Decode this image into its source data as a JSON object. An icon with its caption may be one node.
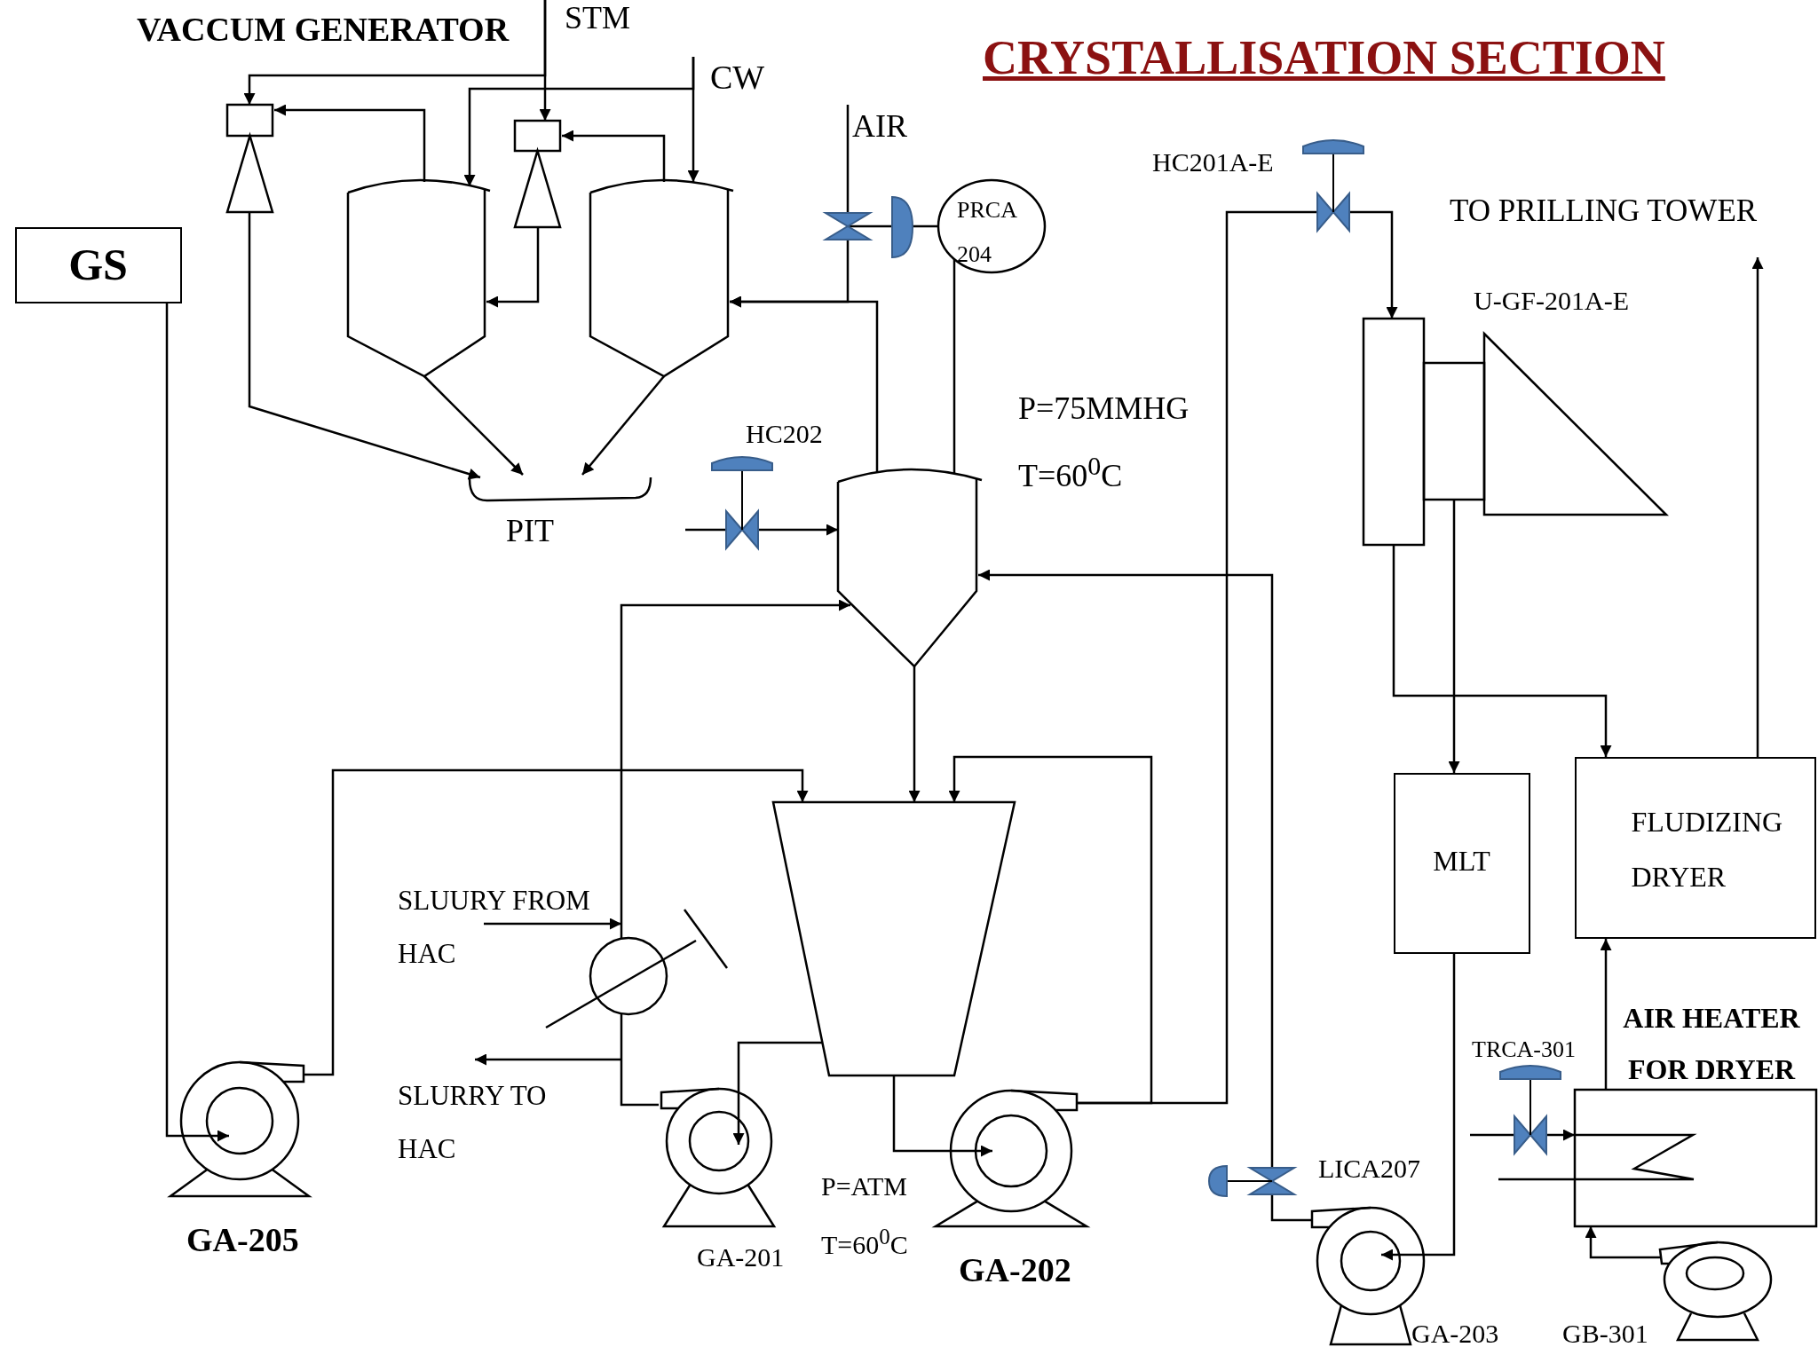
{
  "diagram": {
    "title": "CRYSTALLISATION SECTION",
    "nodes": [
      {
        "text": [
          "STM"
        ]
      },
      {
        "text": [
          "CW"
        ]
      },
      {
        "text": [
          "AIR"
        ]
      },
      {
        "text": [
          "GS"
        ]
      },
      {
        "text": [],
        "shape": "triangle"
      },
      {
        "text": [],
        "shape": "triangle"
      },
      {
        "text": [],
        "shape": "tank"
      },
      {
        "text": [],
        "shape": "tank"
      },
      {
        "text": [
          "PIT"
        ]
      },
      {
        "text": [
          "PRCA 204"
        ]
      },
      {
        "text": [],
        "shape": "tank"
      },
      {
        "text": [],
        "shape": "trapezoid"
      },
      {
        "text": [
          "SLUURY FROM HAC"
        ]
      },
      {
        "text": [],
        "shape": "circle"
      },
      {
        "text": [
          "SLURRY TO HAC"
        ]
      },
      {
        "text": [
          "GA-205"
        ]
      },
      {
        "text": [
          "GA-201"
        ]
      },
      {
        "text": [
          "GA-202"
        ]
      },
      {
        "text": [
          "GA-203"
        ]
      },
      {
        "text": [
          "TO PRILLING TOWER"
        ]
      },
      {
        "text": [
          "U-GF-201A-E"
        ]
      },
      {
        "text": [
          "MLT"
        ]
      },
      {
        "text": [
          "FLUDIZING DRYER"
        ]
      },
      {
        "text": [
          "AIR HEATER FOR DRYER"
        ]
      },
      {
        "text": [
          "GB-301"
        ]
      }
    ],
    "edges": [
      {
        "from": 0,
        "to": 4,
        "arrow": "to"
      },
      {
        "from": 0,
        "to": 5,
        "arrow": "to"
      },
      {
        "from": 6,
        "to": 4,
        "arrow": "to"
      },
      {
        "from": 7,
        "to": 5,
        "arrow": "to"
      },
      {
        "from": 1,
        "to": 7,
        "arrow": "to"
      },
      {
        "from": 1,
        "to": 6,
        "arrow": "to"
      },
      {
        "from": 5,
        "to": 6,
        "arrow": "to"
      },
      {
        "from": 4,
        "to": 8,
        "arrow": "to"
      },
      {
        "from": 6,
        "to": 8,
        "arrow": "to"
      },
      {
        "from": 7,
        "to": 8,
        "arrow": "to"
      },
      {
        "from": 2,
        "to": 7,
        "arrow": "to"
      },
      {
        "from": 10,
        "to": 7,
        "arrow": "to"
      },
      {
        "from": 9,
        "to": 10,
        "arrow": "none"
      },
      {
        "from": null,
        "to": 10,
        "arrow": "to"
      },
      {
        "from": 18,
        "to": 10,
        "arrow": "to"
      },
      {
        "from": 10,
        "to": 11,
        "arrow": "to"
      },
      {
        "from": 16,
        "to": 13,
        "arrow": "none"
      },
      {
        "from": 13,
        "to": 10,
        "arrow": "to"
      },
      {
        "from": 12,
        "to": 13,
        "arrow": "to"
      },
      {
        "from": null,
        "to": 14,
        "arrow": "to"
      },
      {
        "from": 11,
        "to": 17,
        "arrow": "to"
      },
      {
        "from": 11,
        "to": 16,
        "arrow": "to"
      },
      {
        "from": 17,
        "to": 11,
        "arrow": "to"
      },
      {
        "from": 17,
        "to": 20,
        "arrow": "to"
      },
      {
        "from": 3,
        "to": 15,
        "arrow": "to"
      },
      {
        "from": 15,
        "to": 11,
        "arrow": "to"
      },
      {
        "from": 20,
        "to": 22,
        "arrow": "to"
      },
      {
        "from": 20,
        "to": 21,
        "arrow": "to"
      },
      {
        "from": 21,
        "to": 18,
        "arrow": "to"
      },
      {
        "from": 22,
        "to": 19,
        "arrow": "to"
      },
      {
        "from": 23,
        "to": 22,
        "arrow": "to"
      },
      {
        "from": 24,
        "to": 23,
        "arrow": "to"
      },
      {
        "from": null,
        "to": 23,
        "arrow": "to"
      },
      {
        "from": null,
        "to": 9,
        "arrow": "none"
      }
    ],
    "labels": [
      "VACCUM GENERATOR",
      "HC201A-E",
      "P=75MMHG",
      "T=60$^{0}$C",
      "HC202",
      "P=ATM",
      "T=60$^{0}$C",
      "TRCA-301",
      "LICA207"
    ]
  }
}
